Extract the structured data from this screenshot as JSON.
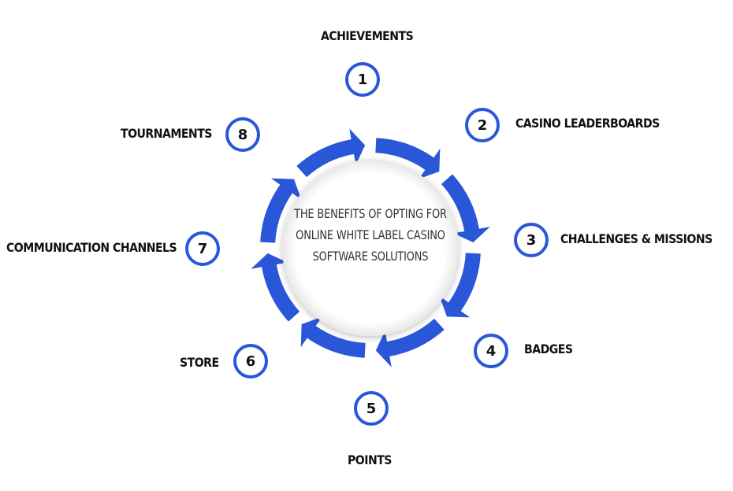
{
  "colors": {
    "ring": "#2a57d8",
    "badge_border": "#2a57d8",
    "text": "#111111",
    "center_text": "#333333"
  },
  "center": {
    "text": "THE BENEFITS OF OPTING FOR ONLINE WHITE LABEL CASINO SOFTWARE SOLUTIONS"
  },
  "items": [
    {
      "number": "1",
      "label": "ACHIEVEMENTS"
    },
    {
      "number": "2",
      "label": "CASINO LEADERBOARDS"
    },
    {
      "number": "3",
      "label": "CHALLENGES & MISSIONS"
    },
    {
      "number": "4",
      "label": "BADGES"
    },
    {
      "number": "5",
      "label": "POINTS"
    },
    {
      "number": "6",
      "label": "STORE"
    },
    {
      "number": "7",
      "label": "COMMUNICATION CHANNELS"
    },
    {
      "number": "8",
      "label": "TOURNAMENTS"
    }
  ]
}
